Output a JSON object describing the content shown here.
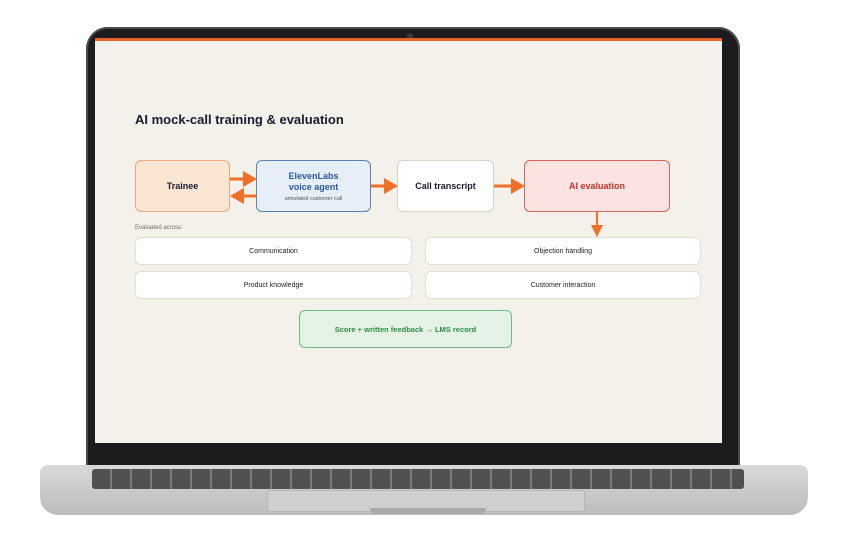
{
  "diagram": {
    "title": "AI mock-call training & evaluation",
    "nodes": {
      "trainee": "Trainee",
      "voice_agent_line1": "ElevenLabs",
      "voice_agent_line2": "voice agent",
      "voice_agent_sub": "simulated customer call",
      "call_transcript": "Call transcript",
      "ai_evaluation": "AI evaluation"
    },
    "evaluated_label": "Evaluated across:",
    "criteria": [
      "Communication",
      "Objection handling",
      "Product knowledge",
      "Customer interaction"
    ],
    "result": "Score + written feedback → LMS record"
  },
  "colors": {
    "accent": "#e8632b",
    "arrow": "#f07028"
  }
}
